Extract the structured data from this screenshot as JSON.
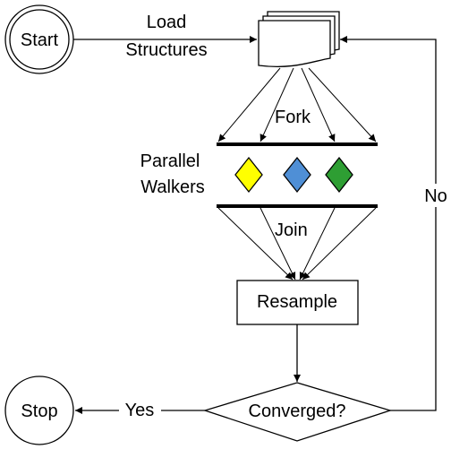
{
  "nodes": {
    "start": "Start",
    "stop": "Stop",
    "resample": "Resample",
    "decision": "Converged?",
    "walkers_label": [
      "Parallel",
      "Walkers"
    ]
  },
  "edges": {
    "load": [
      "Load",
      "Structures"
    ],
    "fork": "Fork",
    "join": "Join",
    "yes": "Yes",
    "no": "No"
  },
  "colors": {
    "walker_yellow": "#ffff00",
    "walker_blue": "#4f8fd6",
    "walker_green": "#2e9e33",
    "line": "#000000"
  },
  "icons": [
    "document-stack-icon"
  ]
}
